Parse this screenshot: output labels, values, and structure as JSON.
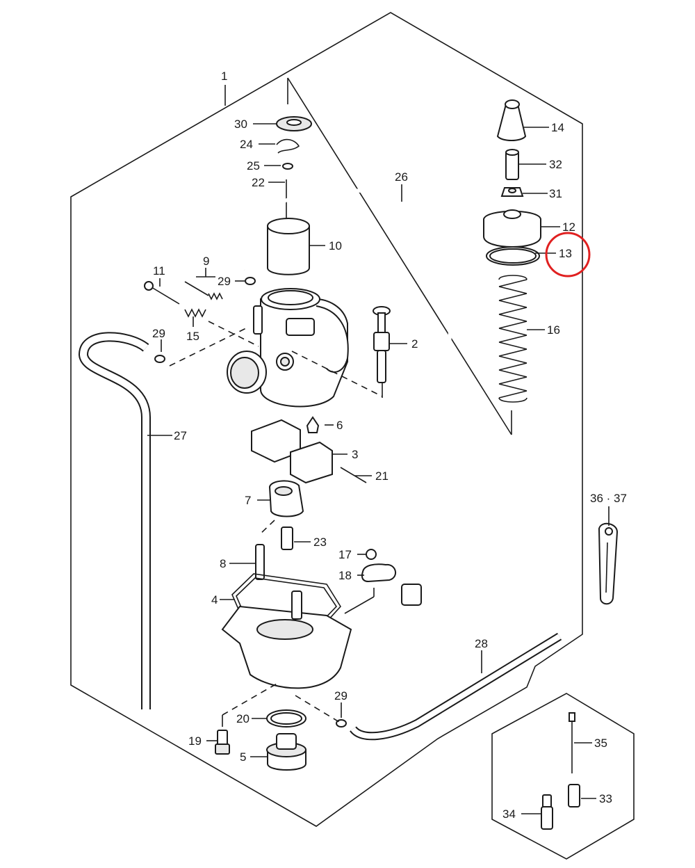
{
  "diagram": {
    "labels": [
      {
        "id": "1",
        "text": "1"
      },
      {
        "id": "2",
        "text": "2"
      },
      {
        "id": "3",
        "text": "3"
      },
      {
        "id": "4",
        "text": "4"
      },
      {
        "id": "5",
        "text": "5"
      },
      {
        "id": "6",
        "text": "6"
      },
      {
        "id": "7",
        "text": "7"
      },
      {
        "id": "8",
        "text": "8"
      },
      {
        "id": "9",
        "text": "9"
      },
      {
        "id": "10",
        "text": "10"
      },
      {
        "id": "11",
        "text": "11"
      },
      {
        "id": "12",
        "text": "12"
      },
      {
        "id": "13",
        "text": "13"
      },
      {
        "id": "14",
        "text": "14"
      },
      {
        "id": "15",
        "text": "15"
      },
      {
        "id": "16",
        "text": "16"
      },
      {
        "id": "17",
        "text": "17"
      },
      {
        "id": "18",
        "text": "18"
      },
      {
        "id": "19",
        "text": "19"
      },
      {
        "id": "20",
        "text": "20"
      },
      {
        "id": "21",
        "text": "21"
      },
      {
        "id": "22",
        "text": "22"
      },
      {
        "id": "23",
        "text": "23"
      },
      {
        "id": "24",
        "text": "24"
      },
      {
        "id": "25",
        "text": "25"
      },
      {
        "id": "26",
        "text": "26"
      },
      {
        "id": "27",
        "text": "27"
      },
      {
        "id": "28",
        "text": "28"
      },
      {
        "id": "29a",
        "text": "29"
      },
      {
        "id": "29b",
        "text": "29"
      },
      {
        "id": "29c",
        "text": "29"
      },
      {
        "id": "30",
        "text": "30"
      },
      {
        "id": "31",
        "text": "31"
      },
      {
        "id": "32",
        "text": "32"
      },
      {
        "id": "33",
        "text": "33"
      },
      {
        "id": "34",
        "text": "34"
      },
      {
        "id": "35",
        "text": "35"
      },
      {
        "id": "36-37",
        "text": "36 · 37"
      }
    ],
    "highlighted_part": "13",
    "highlight_color": "#e02020",
    "line_color": "#1a1a1a"
  }
}
